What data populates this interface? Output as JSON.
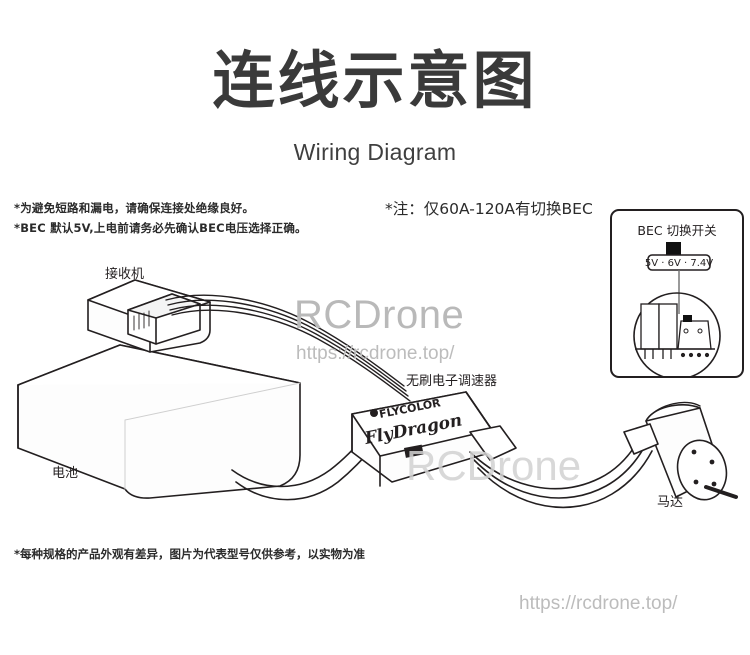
{
  "header": {
    "title_cn": "连线示意图",
    "title_en": "Wiring Diagram"
  },
  "notes": {
    "left": [
      "*为避免短路和漏电，请确保连接处绝缘良好。",
      "*BEC 默认5V,上电前请务必先确认BEC电压选择正确。"
    ],
    "center": "*注：仅60A-120A有切换BEC",
    "bottom": "*每种规格的产品外观有差异，图片为代表型号仅供参考，以实物为准"
  },
  "bec_panel": {
    "title": "BEC 切换开关",
    "voltage_label": "5V · 6V · 7.4V"
  },
  "diagram": {
    "labels": {
      "receiver": "接收机",
      "battery": "电池",
      "esc": "无刷电子调速器",
      "motor": "马达"
    },
    "esc_brand": "FLYCOLOR",
    "esc_model": "FlyDragon"
  },
  "watermarks": {
    "brand": "RCDrone",
    "url": "https://rcdrone.top/",
    "ghost": "RCDrone",
    "footer": "https://rcdrone.top/"
  },
  "colors": {
    "ink": "#231f20",
    "title": "#3a3a3a",
    "watermark": "#b9b9b9"
  }
}
